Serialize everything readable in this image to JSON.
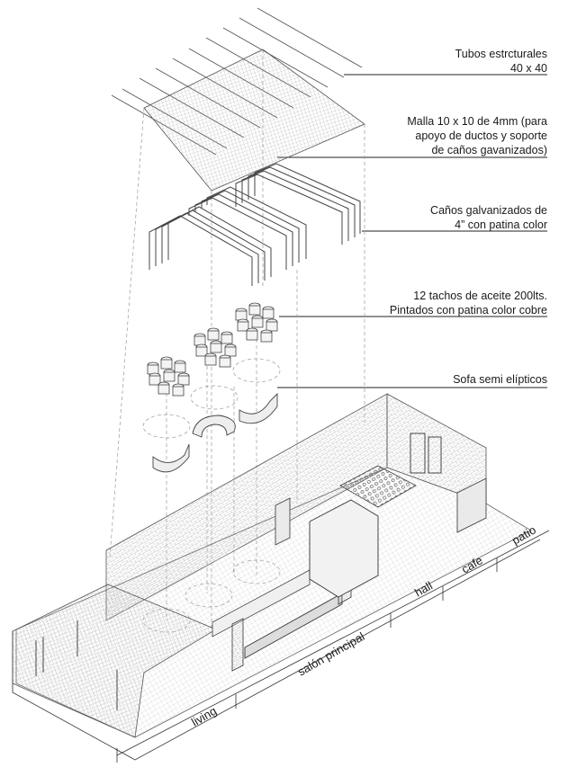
{
  "labels": [
    {
      "id": "tubos",
      "lines": [
        "Tubos estrcturales",
        "40 x 40"
      ]
    },
    {
      "id": "malla",
      "lines": [
        "Malla 10 x 10 de 4mm (para",
        "apoyo de ductos y soporte",
        "de caños gavanizados)"
      ]
    },
    {
      "id": "canos",
      "lines": [
        "Caños galvanizados de",
        "4” con patina color"
      ]
    },
    {
      "id": "tachos",
      "lines": [
        "12 tachos de aceite 200lts.",
        "Pintados con patina color cobre"
      ]
    },
    {
      "id": "sofa",
      "lines": [
        "Sofa  semi elípticos"
      ]
    }
  ],
  "zones": {
    "living": "living",
    "salon": "salón principal",
    "hall": "hall",
    "cafe": "cafe",
    "patio": "patio"
  },
  "colors": {
    "line": "#333333",
    "light": "#9a9a9a",
    "hatch": "#c8c8c8",
    "fill": "#e6e6e6"
  }
}
